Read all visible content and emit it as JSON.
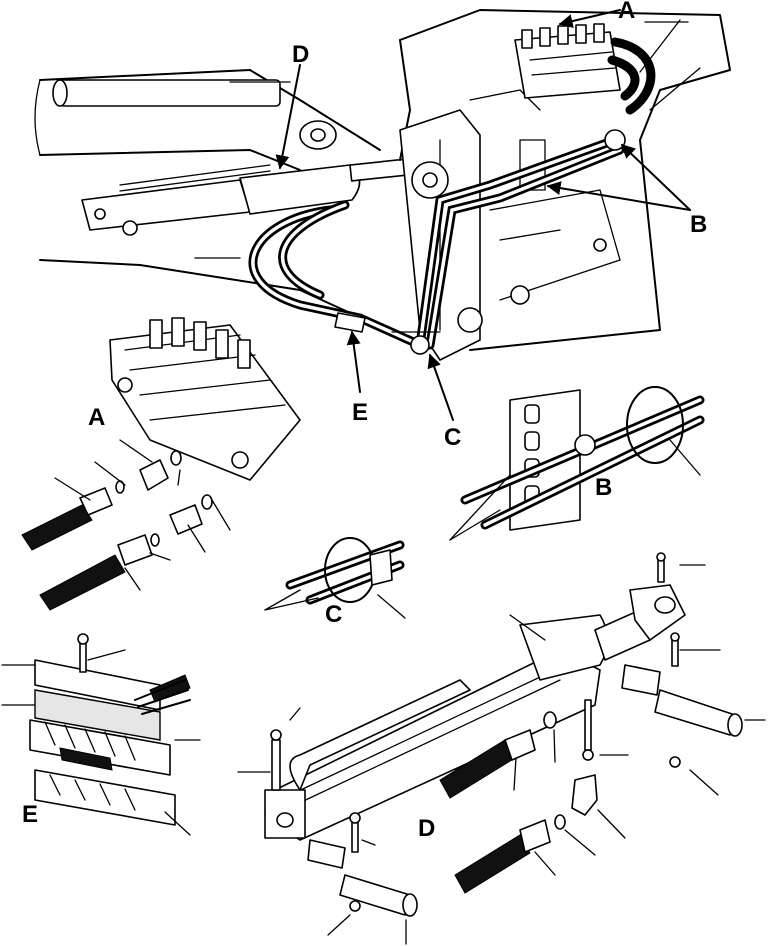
{
  "figure": {
    "callouts": {
      "a_main": "A",
      "b_main": "B",
      "c_main": "C",
      "d_main": "D",
      "e_main": "E",
      "a_detail": "A",
      "b_detail": "B",
      "c_detail": "C",
      "d_detail": "D",
      "e_detail": "E"
    }
  }
}
